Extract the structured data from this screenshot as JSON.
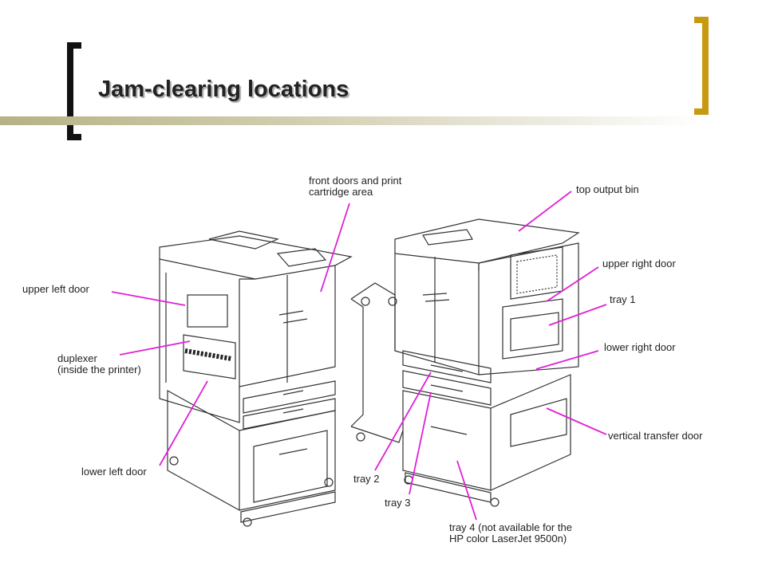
{
  "slide": {
    "title": "Jam-clearing locations",
    "accent_color": "#c89a12",
    "bracket_color": "#111111",
    "leader_color": "#e020d8"
  },
  "labels": {
    "front_doors": "front doors and print\ncartridge area",
    "top_output_bin": "top output bin",
    "upper_left_door": "upper left door",
    "upper_right_door": "upper right door",
    "tray1": "tray 1",
    "duplexer": "duplexer\n(inside the printer)",
    "lower_right_door": "lower right door",
    "vertical_transfer_door": "vertical transfer door",
    "lower_left_door": "lower left door",
    "tray2": "tray 2",
    "tray3": "tray 3",
    "tray4": "tray 4 (not available for the\nHP color LaserJet 9500n)"
  }
}
